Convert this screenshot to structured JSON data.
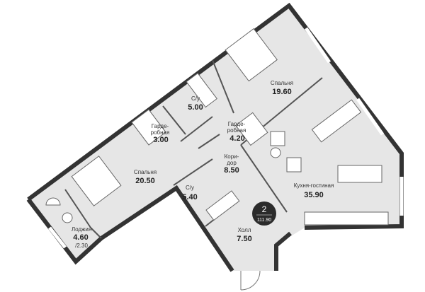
{
  "apartment": {
    "rooms_count": "2",
    "total_area": "111.90"
  },
  "rooms": {
    "bedroom1": {
      "name": "Спальня",
      "area": "19.60"
    },
    "bath1": {
      "name": "С/у",
      "area": "5.00"
    },
    "wardrobe1": {
      "name_line1": "Гарде-",
      "name_line2": "робная",
      "area": "3.00"
    },
    "wardrobe2": {
      "name_line1": "Гарде-",
      "name_line2": "робная",
      "area": "4.20"
    },
    "bedroom2": {
      "name": "Спальня",
      "area": "20.50"
    },
    "corridor": {
      "name_line1": "Кори-",
      "name_line2": "дор",
      "area": "8.50"
    },
    "bath2": {
      "name": "С/у",
      "area": "5.40"
    },
    "kitchen": {
      "name": "Кухня-гостиная",
      "area": "35.90"
    },
    "hall": {
      "name": "Холл",
      "area": "7.50"
    },
    "loggia": {
      "name": "Лоджия",
      "area": "4.60",
      "reduced_area": "/2.30"
    }
  },
  "colors": {
    "floor": "#e6e6e6",
    "wall": "#333333",
    "badge": "#2b2b2b"
  }
}
